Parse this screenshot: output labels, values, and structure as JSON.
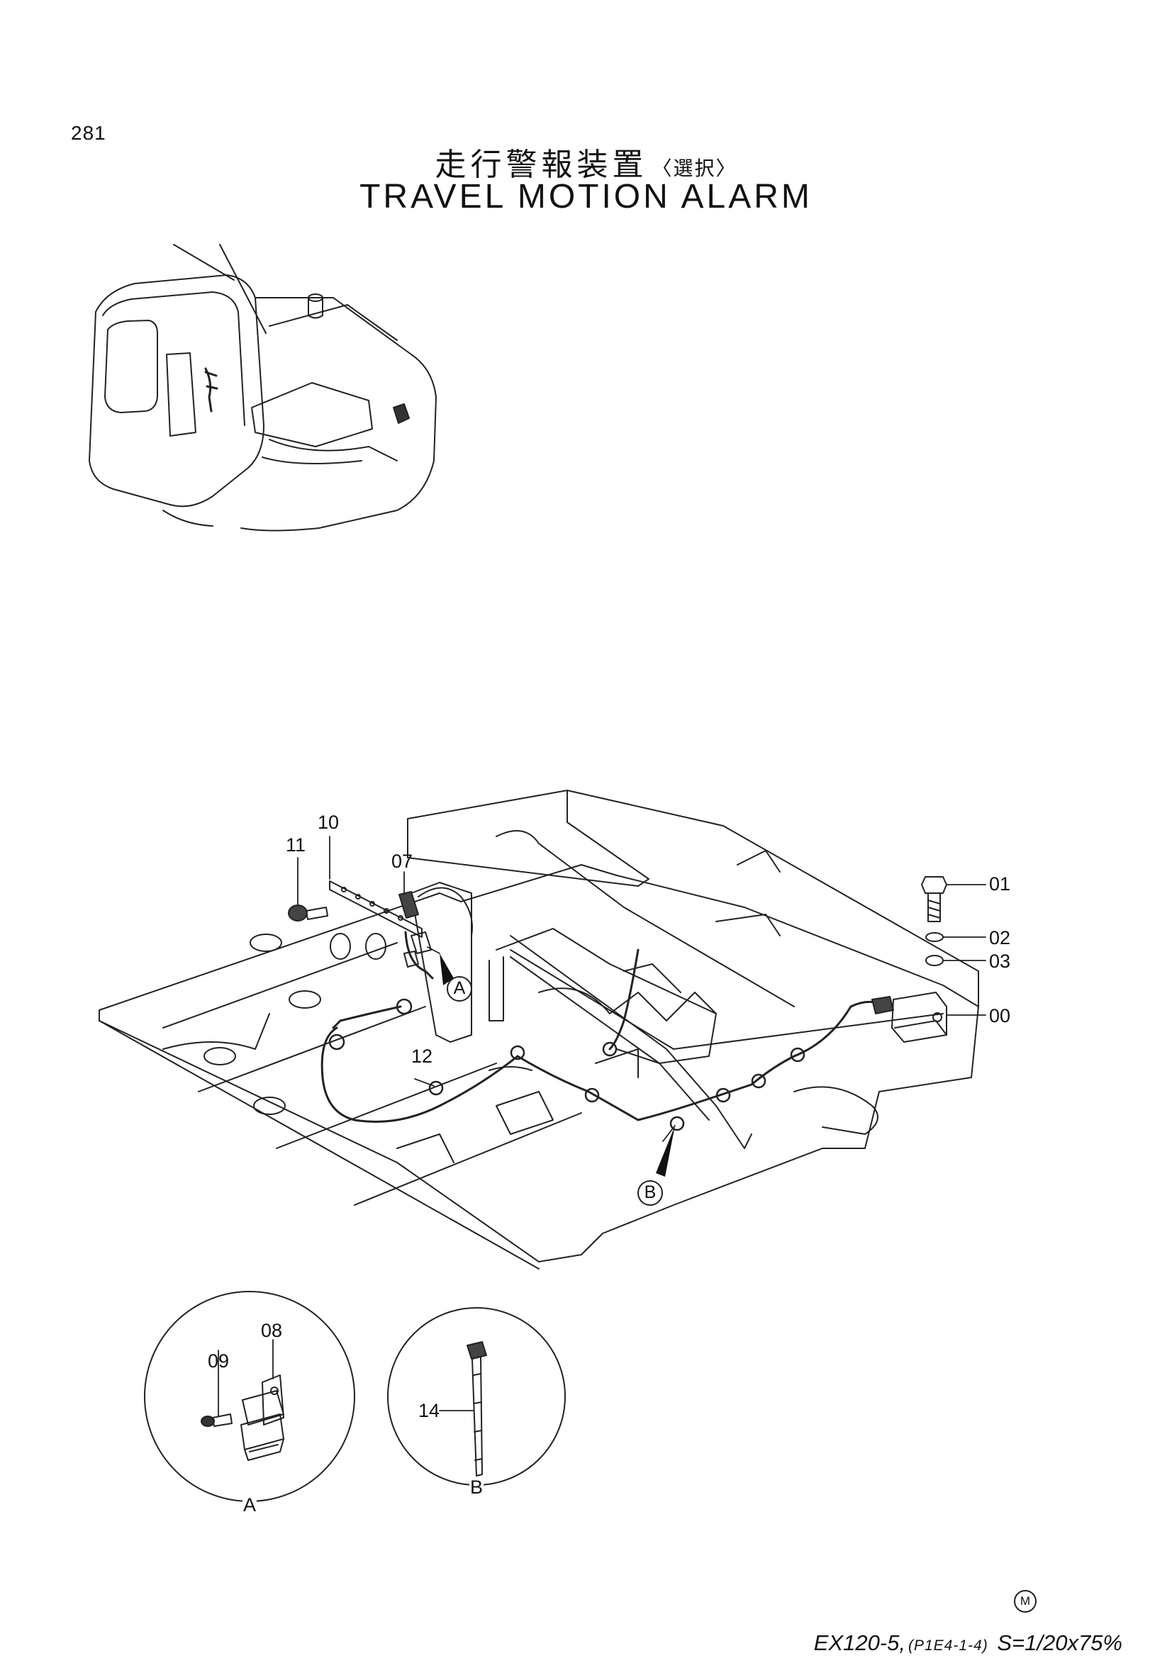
{
  "page_number": "281",
  "title_jp": "走行警報装置",
  "title_jp_sub": "〈選択〉",
  "title_en": "TRAVEL MOTION ALARM",
  "callouts": {
    "c00": "00",
    "c01": "01",
    "c02": "02",
    "c03": "03",
    "c07": "07",
    "c08": "08",
    "c09": "09",
    "c10": "10",
    "c11": "11",
    "c12": "12",
    "c14": "14"
  },
  "detail_labels": {
    "a": "A",
    "b": "B"
  },
  "footer": {
    "model": "EX120-5,",
    "code": "(P1E4-1-4)",
    "scale": "S=1/20x75%",
    "mark": "M"
  }
}
